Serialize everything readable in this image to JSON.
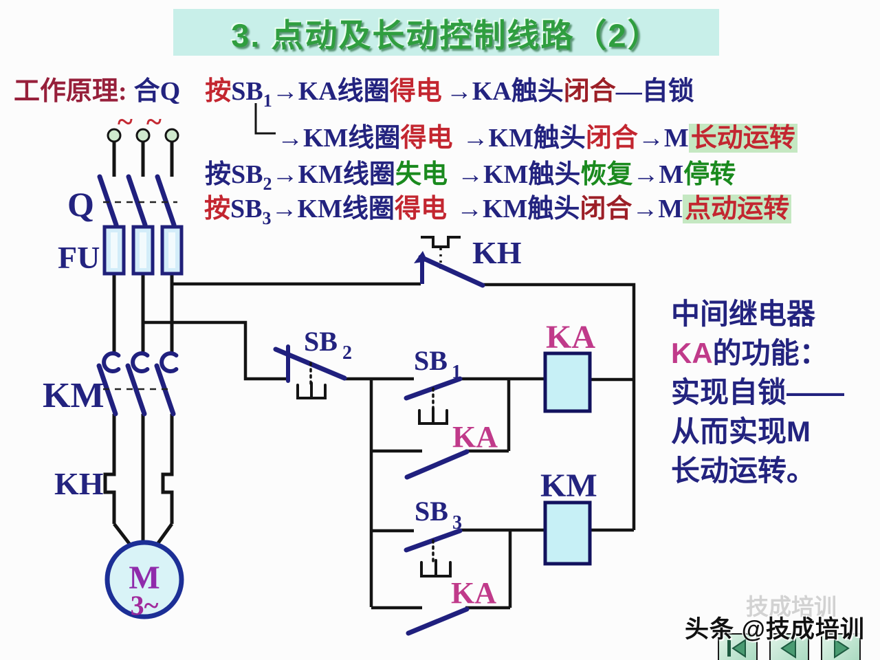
{
  "title": "3. 点动及长动控制线路（2）",
  "principle": {
    "heading": "工作原理:",
    "switch_on": "合Q",
    "line1": {
      "press": "按",
      "btn": "SB",
      "sub": "1",
      "coil": "→KA线圈",
      "state1": "得电",
      "contact": "→KA触头",
      "state2": "闭合",
      "dash": "––",
      "lock": "自锁"
    },
    "line2": {
      "coil": "→KM线圈",
      "state1": "得电",
      "contact": "→KM触头",
      "state2": "闭合",
      "motor": "→M",
      "result": "长动运转"
    },
    "line3": {
      "press": "按",
      "btn": "SB",
      "sub": "2",
      "coil": "→KM线圈",
      "state1": "失电",
      "contact": "→KM触头",
      "state2": "恢复",
      "motor": "→M",
      "result": "停转"
    },
    "line4": {
      "press": "按",
      "btn": "SB",
      "sub": "3",
      "coil": "→KM线圈",
      "state1": "得电",
      "contact": "→KM触头",
      "state2": "闭合",
      "motor": "→M",
      "result": "点动运转"
    }
  },
  "circuit": {
    "supply": {
      "tilde1": "~",
      "tilde2": "~"
    },
    "labels": {
      "breaker": "Q",
      "fuse": "FU",
      "main_contact": "KM",
      "overload_heater": "KH",
      "motor": "M",
      "motor_phases": "3~",
      "overload_contact": "KH",
      "stop_btn": "SB",
      "stop_btn_sub": "2",
      "start_btn": "SB",
      "start_btn_sub": "1",
      "jog_btn": "SB",
      "jog_btn_sub": "3",
      "ka_aux1": "KA",
      "ka_aux2": "KA",
      "ka_coil": "KA",
      "km_coil": "KM"
    }
  },
  "side_note": {
    "line1": "中间继电器",
    "line2_ka": "KA",
    "line2_rest": "的功能：",
    "line3": "实现自锁——",
    "line4": "从而实现M",
    "line5": "长动运转。"
  },
  "watermark": {
    "main": "头条 @技成培训",
    "ghost": "技成培训"
  },
  "nav": {
    "first": "skip-to-first",
    "prev": "previous-slide",
    "next": "next-slide"
  },
  "colors": {
    "banner_bg": "#c8efe9",
    "title_green": "#2f9e3f",
    "navy": "#23237f",
    "red": "#c32630",
    "dark_red": "#9c1f27",
    "green": "#1a8a1e",
    "maroon": "#97203b",
    "magenta": "#c03a8a",
    "motor_purple": "#8f2bab",
    "coil_fill": "#c7f0f6",
    "fuse_fill": "#d3edf9",
    "highlight": "#c5e8c2",
    "button_mint": "#bce5cc",
    "wire": "#141414"
  }
}
